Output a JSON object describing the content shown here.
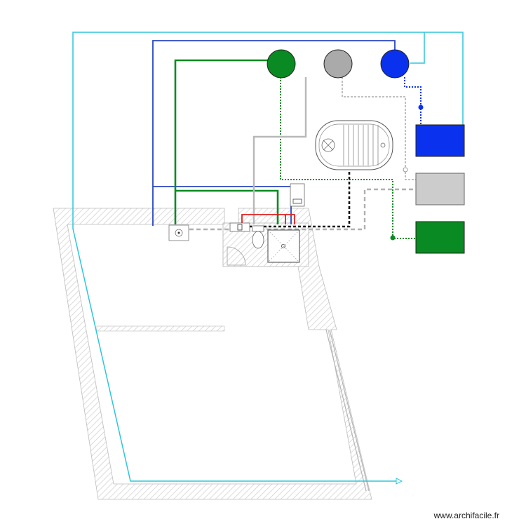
{
  "watermark": {
    "text": "www.archifacile.fr"
  },
  "legend": {
    "green": "#0a8a22",
    "grey": "#b8b8b8",
    "blue": "#0a32ee",
    "cyan": "#2ec6dc",
    "navy": "#2a46c0",
    "red": "#e02020",
    "black": "#111111"
  },
  "tanks": {
    "circles": [
      "green",
      "grey",
      "blue"
    ],
    "boxes": [
      "blue",
      "grey",
      "green"
    ]
  },
  "walls": {
    "hatch_color": "#c8c8c8"
  }
}
